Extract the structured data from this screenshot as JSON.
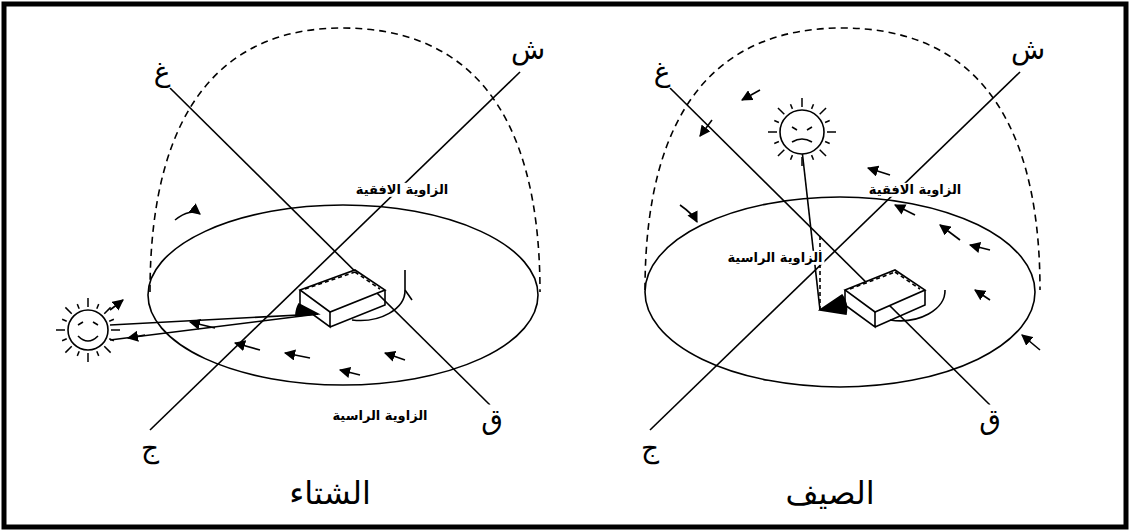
{
  "diagram": {
    "labels": [
      "غ",
      "ش",
      "ج",
      "ق",
      "الزاوية الافقية",
      "الزاوية الراسية",
      "الشتاء",
      "غ",
      "ش",
      "ج",
      "ق",
      "الزاوية الافقية",
      "الزاوية الراسية",
      "الصيف"
    ]
  }
}
